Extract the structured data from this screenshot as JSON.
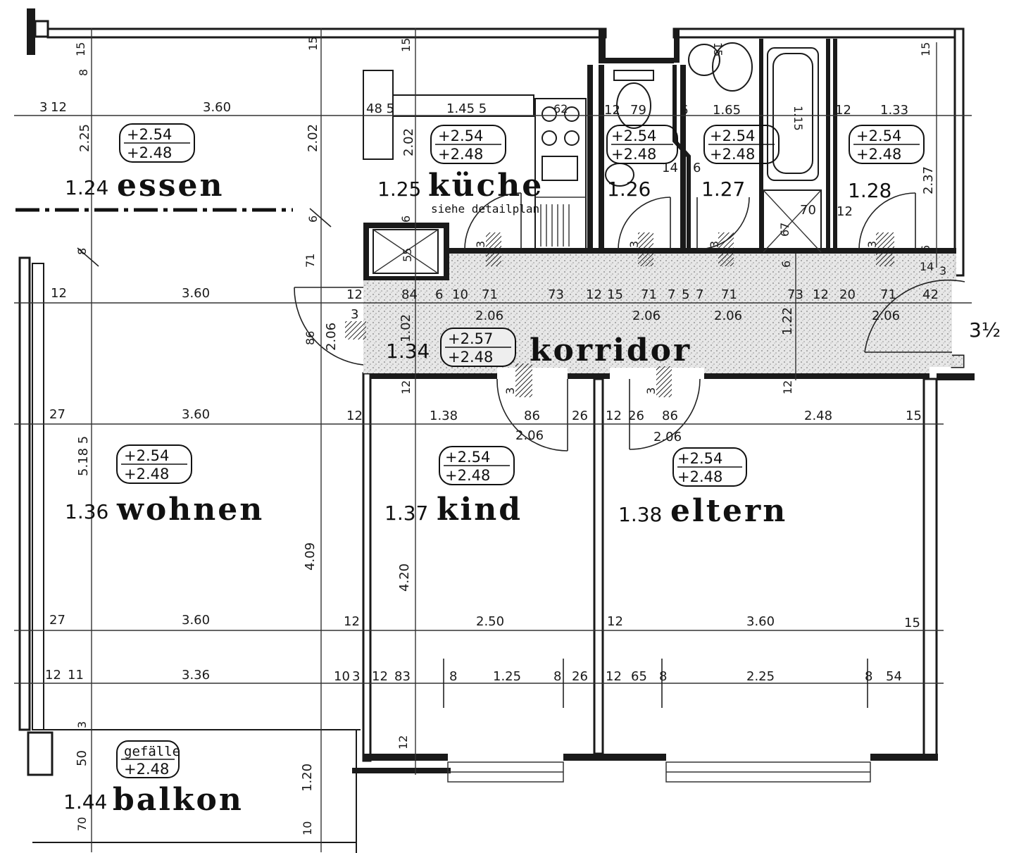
{
  "plan": {
    "rooms": [
      {
        "id": "essen",
        "number": "1.24",
        "name": "essen",
        "elev_top": "+2.54",
        "elev_bottom": "+2.48"
      },
      {
        "id": "kueche",
        "number": "1.25",
        "name": "küche",
        "elev_top": "+2.54",
        "elev_bottom": "+2.48",
        "note": "siehe detailplan"
      },
      {
        "id": "r126",
        "number": "1.26",
        "elev_top": "+2.54",
        "elev_bottom": "+2.48"
      },
      {
        "id": "r127",
        "number": "1.27",
        "elev_top": "+2.54",
        "elev_bottom": "+2.48"
      },
      {
        "id": "r128",
        "number": "1.28",
        "elev_top": "+2.54",
        "elev_bottom": "+2.48"
      },
      {
        "id": "korridor",
        "number": "1.34",
        "name": "korridor",
        "elev_top": "+2.57",
        "elev_bottom": "+2.48"
      },
      {
        "id": "wohnen",
        "number": "1.36",
        "name": "wohnen",
        "elev_top": "+2.54",
        "elev_bottom": "+2.48"
      },
      {
        "id": "kind",
        "number": "1.37",
        "name": "kind",
        "elev_top": "+2.54",
        "elev_bottom": "+2.48"
      },
      {
        "id": "eltern",
        "number": "1.38",
        "name": "eltern",
        "elev_top": "+2.54",
        "elev_bottom": "+2.48"
      },
      {
        "id": "balkon",
        "number": "1.44",
        "name": "balkon",
        "elev_top": "gefälle",
        "elev_bottom": "+2.48"
      }
    ],
    "apartment_type": "3½",
    "dimensions": {
      "top_15a": "15",
      "top_15b": "15",
      "top_15c": "15",
      "top_15d": "15",
      "top_115": "1.15",
      "top_15e": "15",
      "top_8": "8",
      "r1_3": "3",
      "r1_12": "12",
      "r1_360": "3.60",
      "r1_485": "48 5",
      "r1_1455": "1.45 5",
      "r1_62": "62",
      "r1_12b": "12",
      "r1_79": "79",
      "r1_6": "6",
      "r1_165": "1.65",
      "r1_12c": "12",
      "r1_133": "1.33",
      "v_225": "2.25",
      "v_202a": "2.02",
      "v_202b": "2.02",
      "v_237": "2.37",
      "v_14": "14",
      "v_6a": "6",
      "v_70": "70",
      "v_67": "67",
      "v_12d": "12",
      "v_6b": "6",
      "v_8": "8",
      "v_71": "71",
      "v_55": "55",
      "v_6c": "6",
      "v_3a": "3",
      "v_3b": "3",
      "v_3c": "3",
      "v_3d": "3",
      "v_14b": "14",
      "v_3e": "3",
      "r2_12": "12",
      "r2_360": "3.60",
      "r2_12b": "12",
      "r2_84": "84",
      "r2_6": "6",
      "r2_10": "10",
      "r2_71": "71",
      "r2_73": "73",
      "r2_12c": "12",
      "r2_15": "15",
      "r2_71b": "71",
      "r2_7": "7",
      "r2_5": "5",
      "r2_7b": "7",
      "r2_71c": "71",
      "r2_73b": "73",
      "r2_12d": "12",
      "r2_20": "20",
      "r2_71d": "71",
      "r2_42": "42",
      "r3_206a": "2.06",
      "r3_206b": "2.06",
      "r3_206c": "2.06",
      "r3_206d": "2.06",
      "r3_3": "3",
      "r3_102": "1.02",
      "r3_86": "86",
      "r3_206e": "2.06",
      "r3_122": "1.22",
      "r4_12a": "12",
      "r4_3a": "3",
      "r4_3b": "3",
      "r4_12b": "12",
      "r5_27": "27",
      "r5_360": "3.60",
      "r5_12": "12",
      "r5_138": "1.38",
      "r5_86": "86",
      "r5_26": "26",
      "r5_12b": "12",
      "r5_26b": "26",
      "r5_86b": "86",
      "r5_248": "2.48",
      "r5_15": "15",
      "r5_206a": "2.06",
      "r5_206b": "2.06",
      "v_5185": "5.18 5",
      "v_409": "4.09",
      "v_420": "4.20",
      "r6_27": "27",
      "r6_360": "3.60",
      "r6_12": "12",
      "r6_250": "2.50",
      "r6_12b": "12",
      "r6_360b": "3.60",
      "r6_15": "15",
      "r7_12": "12",
      "r7_11": "11",
      "r7_336": "3.36",
      "r7_10": "10",
      "r7_3": "3",
      "r7_12b": "12",
      "r7_83": "83",
      "r7_8": "8",
      "r7_125": "1.25",
      "r7_8b": "8",
      "r7_26": "26",
      "r7_12c": "12",
      "r7_65": "65",
      "r7_8c": "8",
      "r7_225": "2.25",
      "r7_8d": "8",
      "r7_54": "54",
      "b_3": "3",
      "b_50": "50",
      "b_12": "12",
      "b_120": "1.20",
      "b_70": "70",
      "b_10": "10"
    }
  }
}
